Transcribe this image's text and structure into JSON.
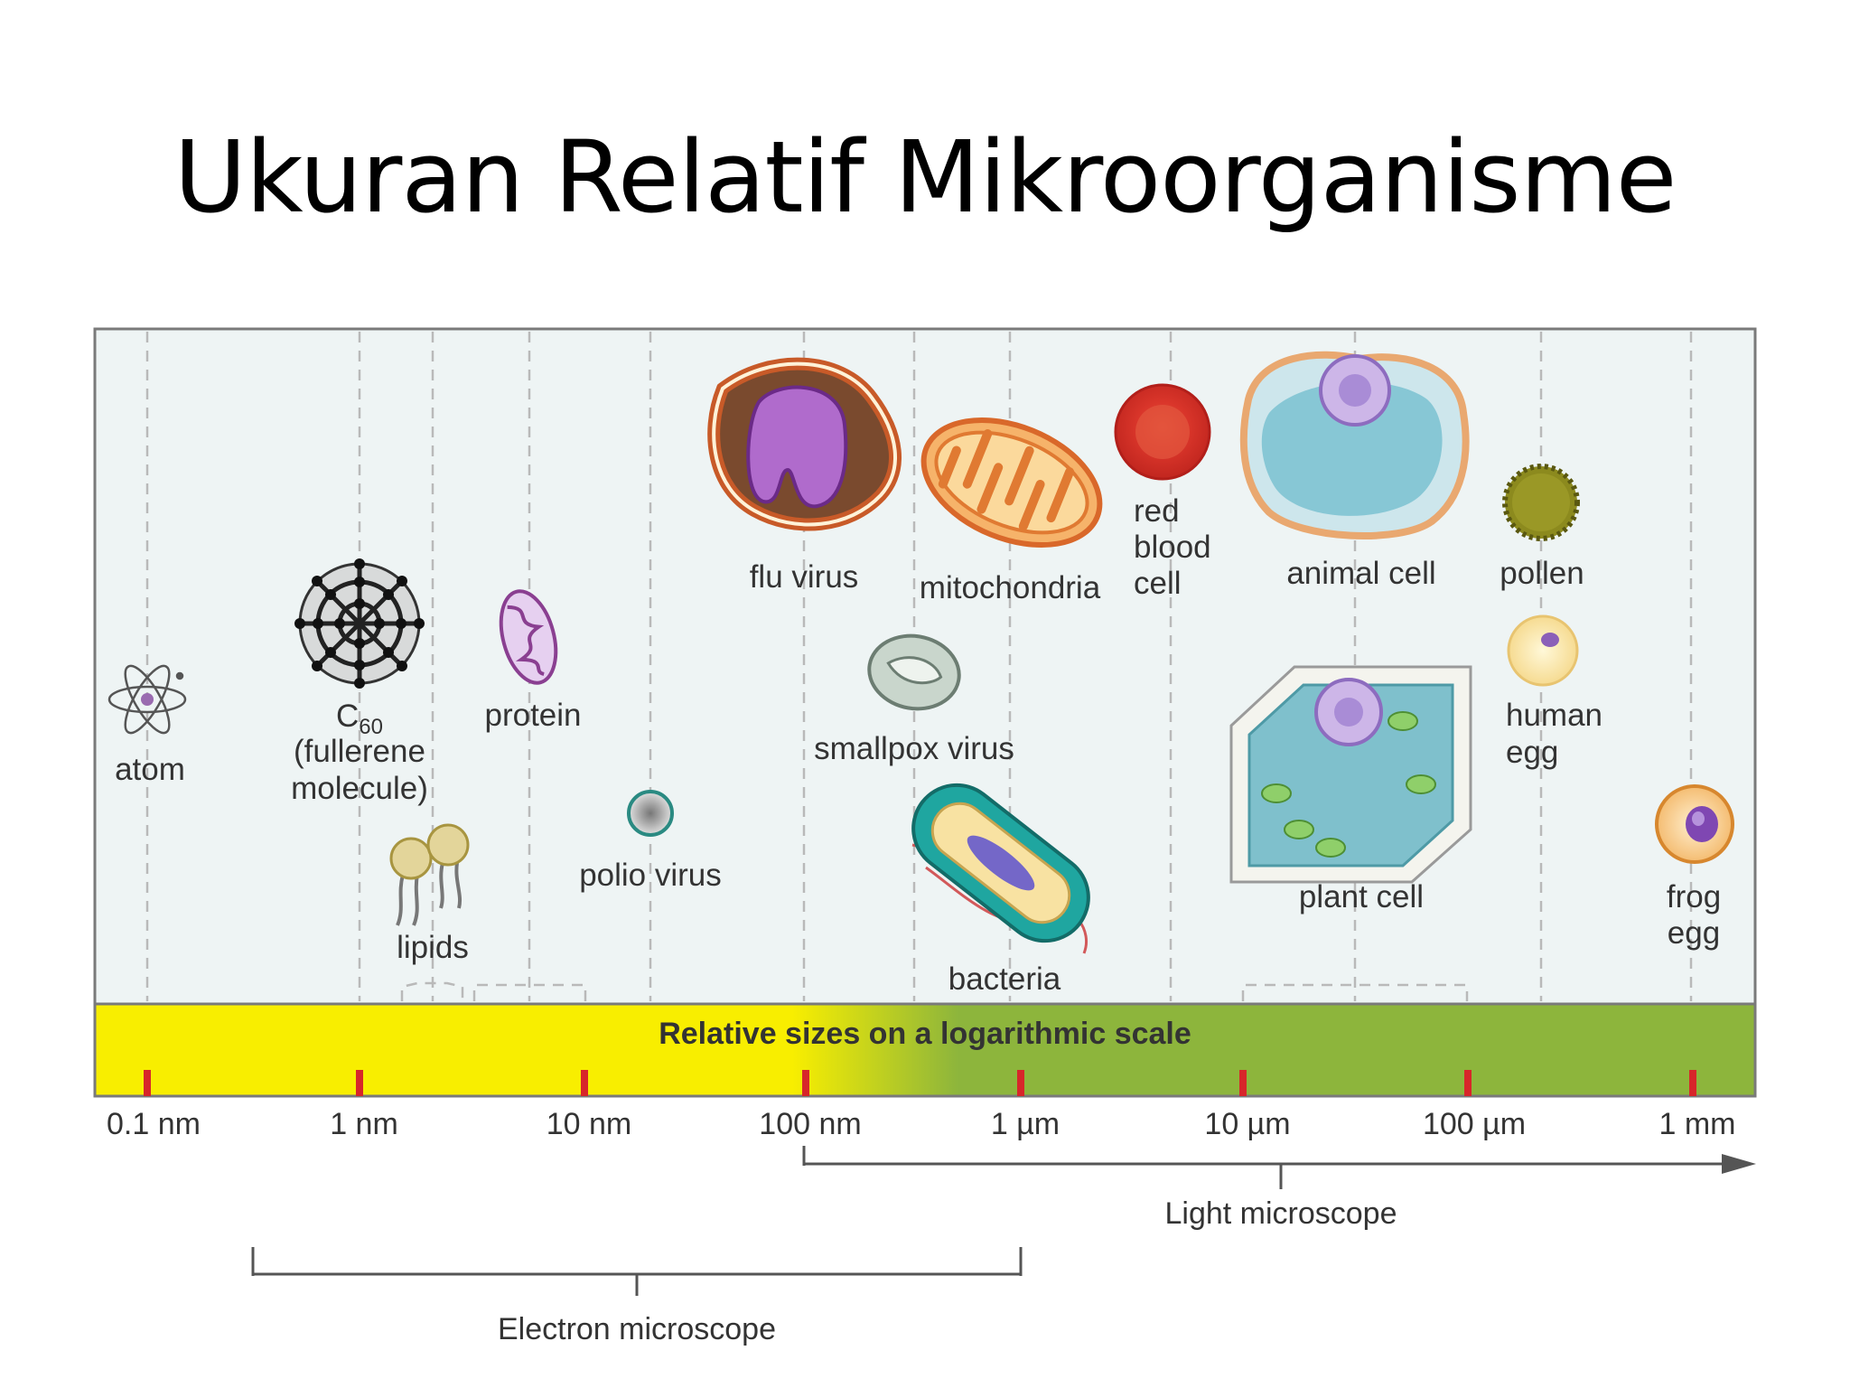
{
  "title": "Ukuran Relatif Mikroorganisme",
  "scale_banner": "Relative sizes on a logarithmic scale",
  "ticks": [
    "0.1 nm",
    "1 nm",
    "10 nm",
    "100 nm",
    "1 µm",
    "10 µm",
    "100 µm",
    "1 mm"
  ],
  "items": {
    "atom": "atom",
    "c60_main": "C",
    "c60_sub": "60",
    "c60_line2": "(fullerene",
    "c60_line3": "molecule)",
    "lipids": "lipids",
    "protein": "protein",
    "polio": "polio virus",
    "flu": "flu virus",
    "smallpox": "smallpox virus",
    "mitochondria": "mitochondria",
    "bacteria": "bacteria",
    "rbc_1": "red",
    "rbc_2": "blood",
    "rbc_3": "cell",
    "animal_cell": "animal cell",
    "plant_cell": "plant cell",
    "pollen": "pollen",
    "human_egg_1": "human",
    "human_egg_2": "egg",
    "frog_egg_1": "frog",
    "frog_egg_2": "egg"
  },
  "ranges": {
    "light": "Light microscope",
    "electron": "Electron microscope"
  },
  "colors": {
    "panel_bg": "#eef4f4",
    "banner_yellow": "#f8ee00",
    "banner_green": "#8db53c",
    "tick_red": "#d7262a",
    "frame": "#7a7a7a"
  }
}
